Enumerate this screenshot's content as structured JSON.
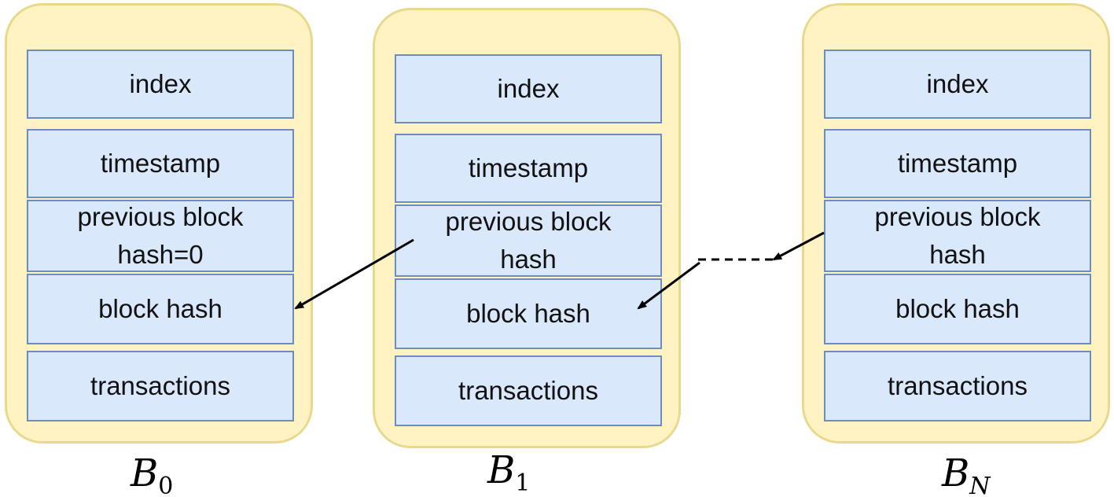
{
  "blocks": [
    {
      "id": "b0",
      "label_main": "B",
      "label_sub": "0",
      "fields": {
        "index": "index",
        "timestamp": "timestamp",
        "previous_block_hash": "previous block hash=0",
        "block_hash": "block hash",
        "transactions": "transactions"
      }
    },
    {
      "id": "b1",
      "label_main": "B",
      "label_sub": "1",
      "fields": {
        "index": "index",
        "timestamp": "timestamp",
        "previous_block_hash": "previous block hash",
        "block_hash": "block hash",
        "transactions": "transactions"
      }
    },
    {
      "id": "bn",
      "label_main": "B",
      "label_sub": "N",
      "fields": {
        "index": "index",
        "timestamp": "timestamp",
        "previous_block_hash": "previous block hash",
        "block_hash": "block hash",
        "transactions": "transactions"
      }
    }
  ],
  "colors": {
    "block_fill": "#fff3c4",
    "block_border": "#e9d98e",
    "field_fill": "#dae8fc",
    "field_border": "#6c8ebf",
    "arrow": "#000000"
  }
}
